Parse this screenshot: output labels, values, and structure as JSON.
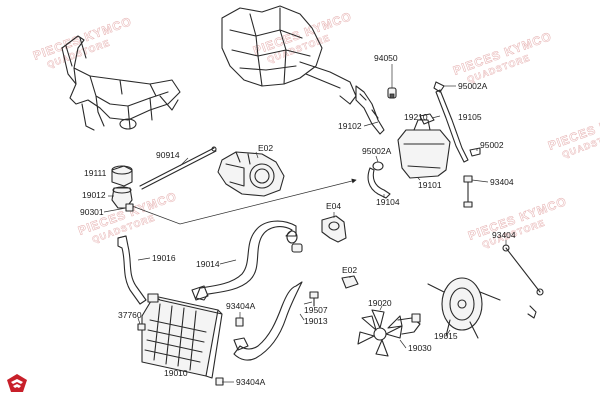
{
  "watermarks": [
    {
      "line1": "PIECES KYMCO",
      "line2": "QUADSTORE"
    },
    {
      "line1": "PIECES KYMCO",
      "line2": "QUADSTORE"
    },
    {
      "line1": "PIECES KYMCO",
      "line2": "QUADSTORE"
    },
    {
      "line1": "PIECES KYMCO",
      "line2": "QUADSTORE"
    },
    {
      "line1": "PIECES KYMCO",
      "line2": "QUADSTORE"
    },
    {
      "line1": "PIECES KYMCO",
      "line2": "QUADSTORE"
    }
  ],
  "callouts": {
    "p94050": "94050",
    "p95002A_top": "95002A",
    "p19102": "19102",
    "p19210": "19210",
    "p19105": "19105",
    "p90914": "90914",
    "pE02_top": "E02",
    "p95002A_mid": "95002A",
    "p95002": "95002",
    "p19111": "19111",
    "p19101": "19101",
    "p93404_mid": "93404",
    "p19012": "19012",
    "p19104": "19104",
    "p90301": "90301",
    "pE04": "E04",
    "p93404_right": "93404",
    "p19016": "19016",
    "p19014": "19014",
    "pE02_bottom": "E02",
    "p93404A_mid": "93404A",
    "p19507": "19507",
    "p19020": "19020",
    "p37760": "37760",
    "p19013": "19013",
    "p19015": "19015",
    "p19030": "19030",
    "p19010": "19010",
    "p93404A_bottom": "93404A"
  },
  "colors": {
    "line": "#2a2a2a",
    "watermark": "#e8b8b8",
    "logo": "#c8202a"
  },
  "logo": {
    "icon": "kymco-wing-logo-icon"
  }
}
